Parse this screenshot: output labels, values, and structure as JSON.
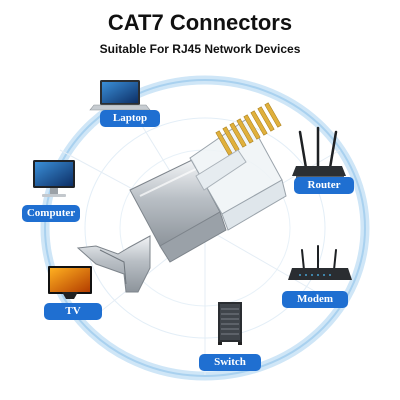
{
  "header": {
    "title": "CAT7 Connectors",
    "subtitle": "Suitable For RJ45 Network Devices"
  },
  "devices": {
    "laptop": {
      "label": "Laptop",
      "icon": "laptop-icon"
    },
    "computer": {
      "label": "Computer",
      "icon": "desktop-computer-icon"
    },
    "tv": {
      "label": "TV",
      "icon": "tv-icon"
    },
    "switch": {
      "label": "Switch",
      "icon": "network-switch-icon"
    },
    "router": {
      "label": "Router",
      "icon": "router-icon"
    },
    "modem": {
      "label": "Modem",
      "icon": "modem-icon"
    }
  },
  "product": {
    "icon": "rj45-connector-icon"
  },
  "colors": {
    "label_bg": "#1f6fd1",
    "ring": "#b9dcf4",
    "metal": "#c9ced3",
    "gold": "#e0b03c"
  }
}
